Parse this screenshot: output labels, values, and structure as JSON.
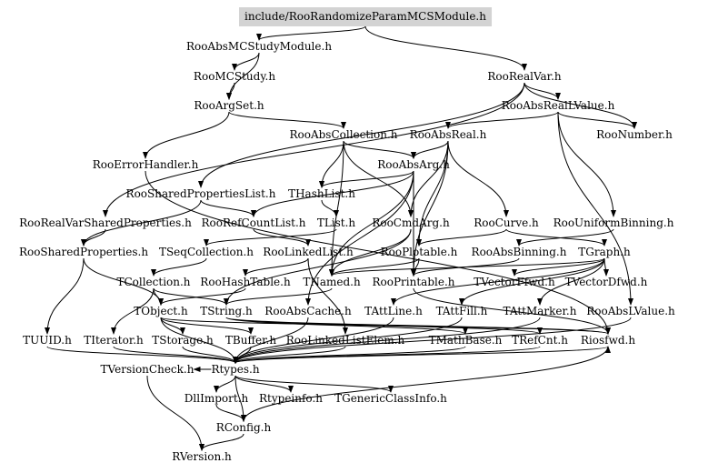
{
  "diagram": {
    "root": "include/RooRandomizeParamMCSModule.h",
    "nodes": [
      "RooAbsMCStudyModule.h",
      "RooRealVar.h",
      "RooMCStudy.h",
      "RooArgSet.h",
      "RooAbsRealLValue.h",
      "RooAbsCollection.h",
      "RooAbsReal.h",
      "RooNumber.h",
      "RooErrorHandler.h",
      "RooAbsArg.h",
      "RooSharedPropertiesList.h",
      "THashList.h",
      "RooRealVarSharedProperties.h",
      "RooRefCountList.h",
      "TList.h",
      "RooCmdArg.h",
      "RooCurve.h",
      "RooUniformBinning.h",
      "RooSharedProperties.h",
      "TSeqCollection.h",
      "RooLinkedList.h",
      "RooPlotable.h",
      "RooAbsBinning.h",
      "TGraph.h",
      "TCollection.h",
      "RooHashTable.h",
      "TNamed.h",
      "RooPrintable.h",
      "TVectorFfwd.h",
      "TVectorDfwd.h",
      "TObject.h",
      "TString.h",
      "RooAbsCache.h",
      "TAttLine.h",
      "TAttFill.h",
      "TAttMarker.h",
      "RooAbsLValue.h",
      "TUUID.h",
      "TIterator.h",
      "TStorage.h",
      "TBuffer.h",
      "RooLinkedListElem.h",
      "TMathBase.h",
      "TRefCnt.h",
      "Riosfwd.h",
      "TVersionCheck.h",
      "Rtypes.h",
      "DllImport.h",
      "Rtypeinfo.h",
      "TGenericClassInfo.h",
      "RConfig.h",
      "RVersion.h"
    ],
    "edges": [
      [
        "root",
        "RooAbsMCStudyModule.h"
      ],
      [
        "root",
        "RooRealVar.h"
      ],
      [
        "RooAbsMCStudyModule.h",
        "RooMCStudy.h"
      ],
      [
        "RooAbsMCStudyModule.h",
        "RooArgSet.h"
      ],
      [
        "RooMCStudy.h",
        "RooArgSet.h"
      ],
      [
        "RooArgSet.h",
        "RooAbsCollection.h"
      ],
      [
        "RooArgSet.h",
        "RooErrorHandler.h"
      ],
      [
        "RooRealVar.h",
        "RooAbsRealLValue.h"
      ],
      [
        "RooRealVar.h",
        "RooNumber.h"
      ],
      [
        "RooRealVar.h",
        "RooSharedPropertiesList.h"
      ],
      [
        "RooRealVar.h",
        "RooRealVarSharedProperties.h"
      ],
      [
        "RooAbsRealLValue.h",
        "RooAbsReal.h"
      ],
      [
        "RooAbsRealLValue.h",
        "RooNumber.h"
      ],
      [
        "RooAbsRealLValue.h",
        "RooUniformBinning.h"
      ],
      [
        "RooAbsRealLValue.h",
        "RooAbsLValue.h"
      ],
      [
        "RooAbsReal.h",
        "RooAbsArg.h"
      ],
      [
        "RooAbsReal.h",
        "RooCmdArg.h"
      ],
      [
        "RooAbsReal.h",
        "RooCurve.h"
      ],
      [
        "RooAbsReal.h",
        "RooPlotable.h"
      ],
      [
        "RooAbsReal.h",
        "RooPrintable.h"
      ],
      [
        "RooAbsCollection.h",
        "RooAbsArg.h"
      ],
      [
        "RooAbsCollection.h",
        "TNamed.h"
      ],
      [
        "RooAbsCollection.h",
        "THashList.h"
      ],
      [
        "RooAbsCollection.h",
        "RooCmdArg.h"
      ],
      [
        "RooAbsArg.h",
        "THashList.h"
      ],
      [
        "RooAbsArg.h",
        "RooRefCountList.h"
      ],
      [
        "RooAbsArg.h",
        "RooAbsCache.h"
      ],
      [
        "RooAbsArg.h",
        "RooPrintable.h"
      ],
      [
        "RooAbsArg.h",
        "TNamed.h"
      ],
      [
        "RooErrorHandler.h",
        "Riosfwd.h"
      ],
      [
        "RooSharedPropertiesList.h",
        "RooRefCountList.h"
      ],
      [
        "RooSharedPropertiesList.h",
        "RooSharedProperties.h"
      ],
      [
        "RooRealVarSharedProperties.h",
        "RooSharedProperties.h"
      ],
      [
        "RooRefCountList.h",
        "RooLinkedList.h"
      ],
      [
        "THashList.h",
        "TList.h"
      ],
      [
        "TList.h",
        "TSeqCollection.h"
      ],
      [
        "TSeqCollection.h",
        "TCollection.h"
      ],
      [
        "RooLinkedList.h",
        "RooHashTable.h"
      ],
      [
        "RooLinkedList.h",
        "RooLinkedListElem.h"
      ],
      [
        "RooSharedProperties.h",
        "TUUID.h"
      ],
      [
        "RooSharedProperties.h",
        "TObject.h"
      ],
      [
        "RooCmdArg.h",
        "TNamed.h"
      ],
      [
        "RooCmdArg.h",
        "TString.h"
      ],
      [
        "RooCurve.h",
        "TGraph.h"
      ],
      [
        "RooCurve.h",
        "RooPlotable.h"
      ],
      [
        "RooUniformBinning.h",
        "RooAbsBinning.h"
      ],
      [
        "RooAbsBinning.h",
        "RooPrintable.h"
      ],
      [
        "RooPlotable.h",
        "RooPrintable.h"
      ],
      [
        "RooPlotable.h",
        "TNamed.h"
      ],
      [
        "TGraph.h",
        "TVectorFfwd.h"
      ],
      [
        "TGraph.h",
        "TVectorDfwd.h"
      ],
      [
        "TGraph.h",
        "TNamed.h"
      ],
      [
        "TGraph.h",
        "TAttLine.h"
      ],
      [
        "TGraph.h",
        "TAttFill.h"
      ],
      [
        "TGraph.h",
        "TAttMarker.h"
      ],
      [
        "TCollection.h",
        "TObject.h"
      ],
      [
        "TCollection.h",
        "TIterator.h"
      ],
      [
        "TCollection.h",
        "TString.h"
      ],
      [
        "RooHashTable.h",
        "TObject.h"
      ],
      [
        "TNamed.h",
        "TString.h"
      ],
      [
        "RooPrintable.h",
        "Riosfwd.h"
      ],
      [
        "TObject.h",
        "Rtypes.h"
      ],
      [
        "TObject.h",
        "TStorage.h"
      ],
      [
        "TObject.h",
        "TBuffer.h"
      ],
      [
        "TObject.h",
        "Riosfwd.h"
      ],
      [
        "TString.h",
        "TMathBase.h"
      ],
      [
        "TString.h",
        "TRefCnt.h"
      ],
      [
        "TString.h",
        "Riosfwd.h"
      ],
      [
        "RooAbsCache.h",
        "Rtypes.h"
      ],
      [
        "TAttLine.h",
        "Rtypes.h"
      ],
      [
        "TAttFill.h",
        "Rtypes.h"
      ],
      [
        "TAttMarker.h",
        "Rtypes.h"
      ],
      [
        "RooAbsLValue.h",
        "Rtypes.h"
      ],
      [
        "TUUID.h",
        "Rtypes.h"
      ],
      [
        "TIterator.h",
        "Rtypes.h"
      ],
      [
        "TStorage.h",
        "Rtypes.h"
      ],
      [
        "TBuffer.h",
        "Rtypes.h"
      ],
      [
        "RooLinkedListElem.h",
        "Rtypes.h"
      ],
      [
        "TMathBase.h",
        "Rtypes.h"
      ],
      [
        "TRefCnt.h",
        "Rtypes.h"
      ],
      [
        "Riosfwd.h",
        "RConfig.h"
      ],
      [
        "Rtypes.h",
        "DllImport.h"
      ],
      [
        "Rtypes.h",
        "Rtypeinfo.h"
      ],
      [
        "Rtypes.h",
        "TGenericClassInfo.h"
      ],
      [
        "Rtypes.h",
        "RConfig.h"
      ],
      [
        "Rtypes.h",
        "Riosfwd.h"
      ],
      [
        "Rtypes.h",
        "TVersionCheck.h"
      ],
      [
        "TVersionCheck.h",
        "RVersion.h"
      ],
      [
        "RConfig.h",
        "RVersion.h"
      ],
      [
        "DllImport.h",
        "RConfig.h"
      ]
    ]
  }
}
